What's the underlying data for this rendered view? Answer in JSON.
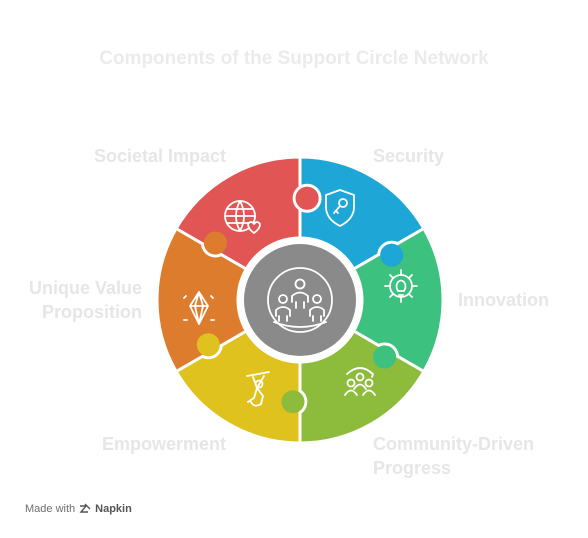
{
  "title": "Components of the Support Circle Network",
  "segments": [
    {
      "label": "Security",
      "color": "#1ea7d6",
      "icon": "shield-key-icon"
    },
    {
      "label": "Innovation",
      "color": "#3cc17e",
      "icon": "gear-lightbulb-icon"
    },
    {
      "label": "Community-Driven Progress",
      "color": "#8dbb3c",
      "icon": "community-group-icon"
    },
    {
      "label": "Empowerment",
      "color": "#e0c21e",
      "icon": "climbing-person-icon"
    },
    {
      "label": "Unique Value Proposition",
      "color": "#de7c2e",
      "icon": "diamond-icon"
    },
    {
      "label": "Societal Impact",
      "color": "#e25555",
      "icon": "globe-heart-icon"
    }
  ],
  "center": {
    "color": "#8a8a8a",
    "icon": "people-group-icon"
  },
  "footer": {
    "made_with": "Made with",
    "brand": "Napkin"
  }
}
